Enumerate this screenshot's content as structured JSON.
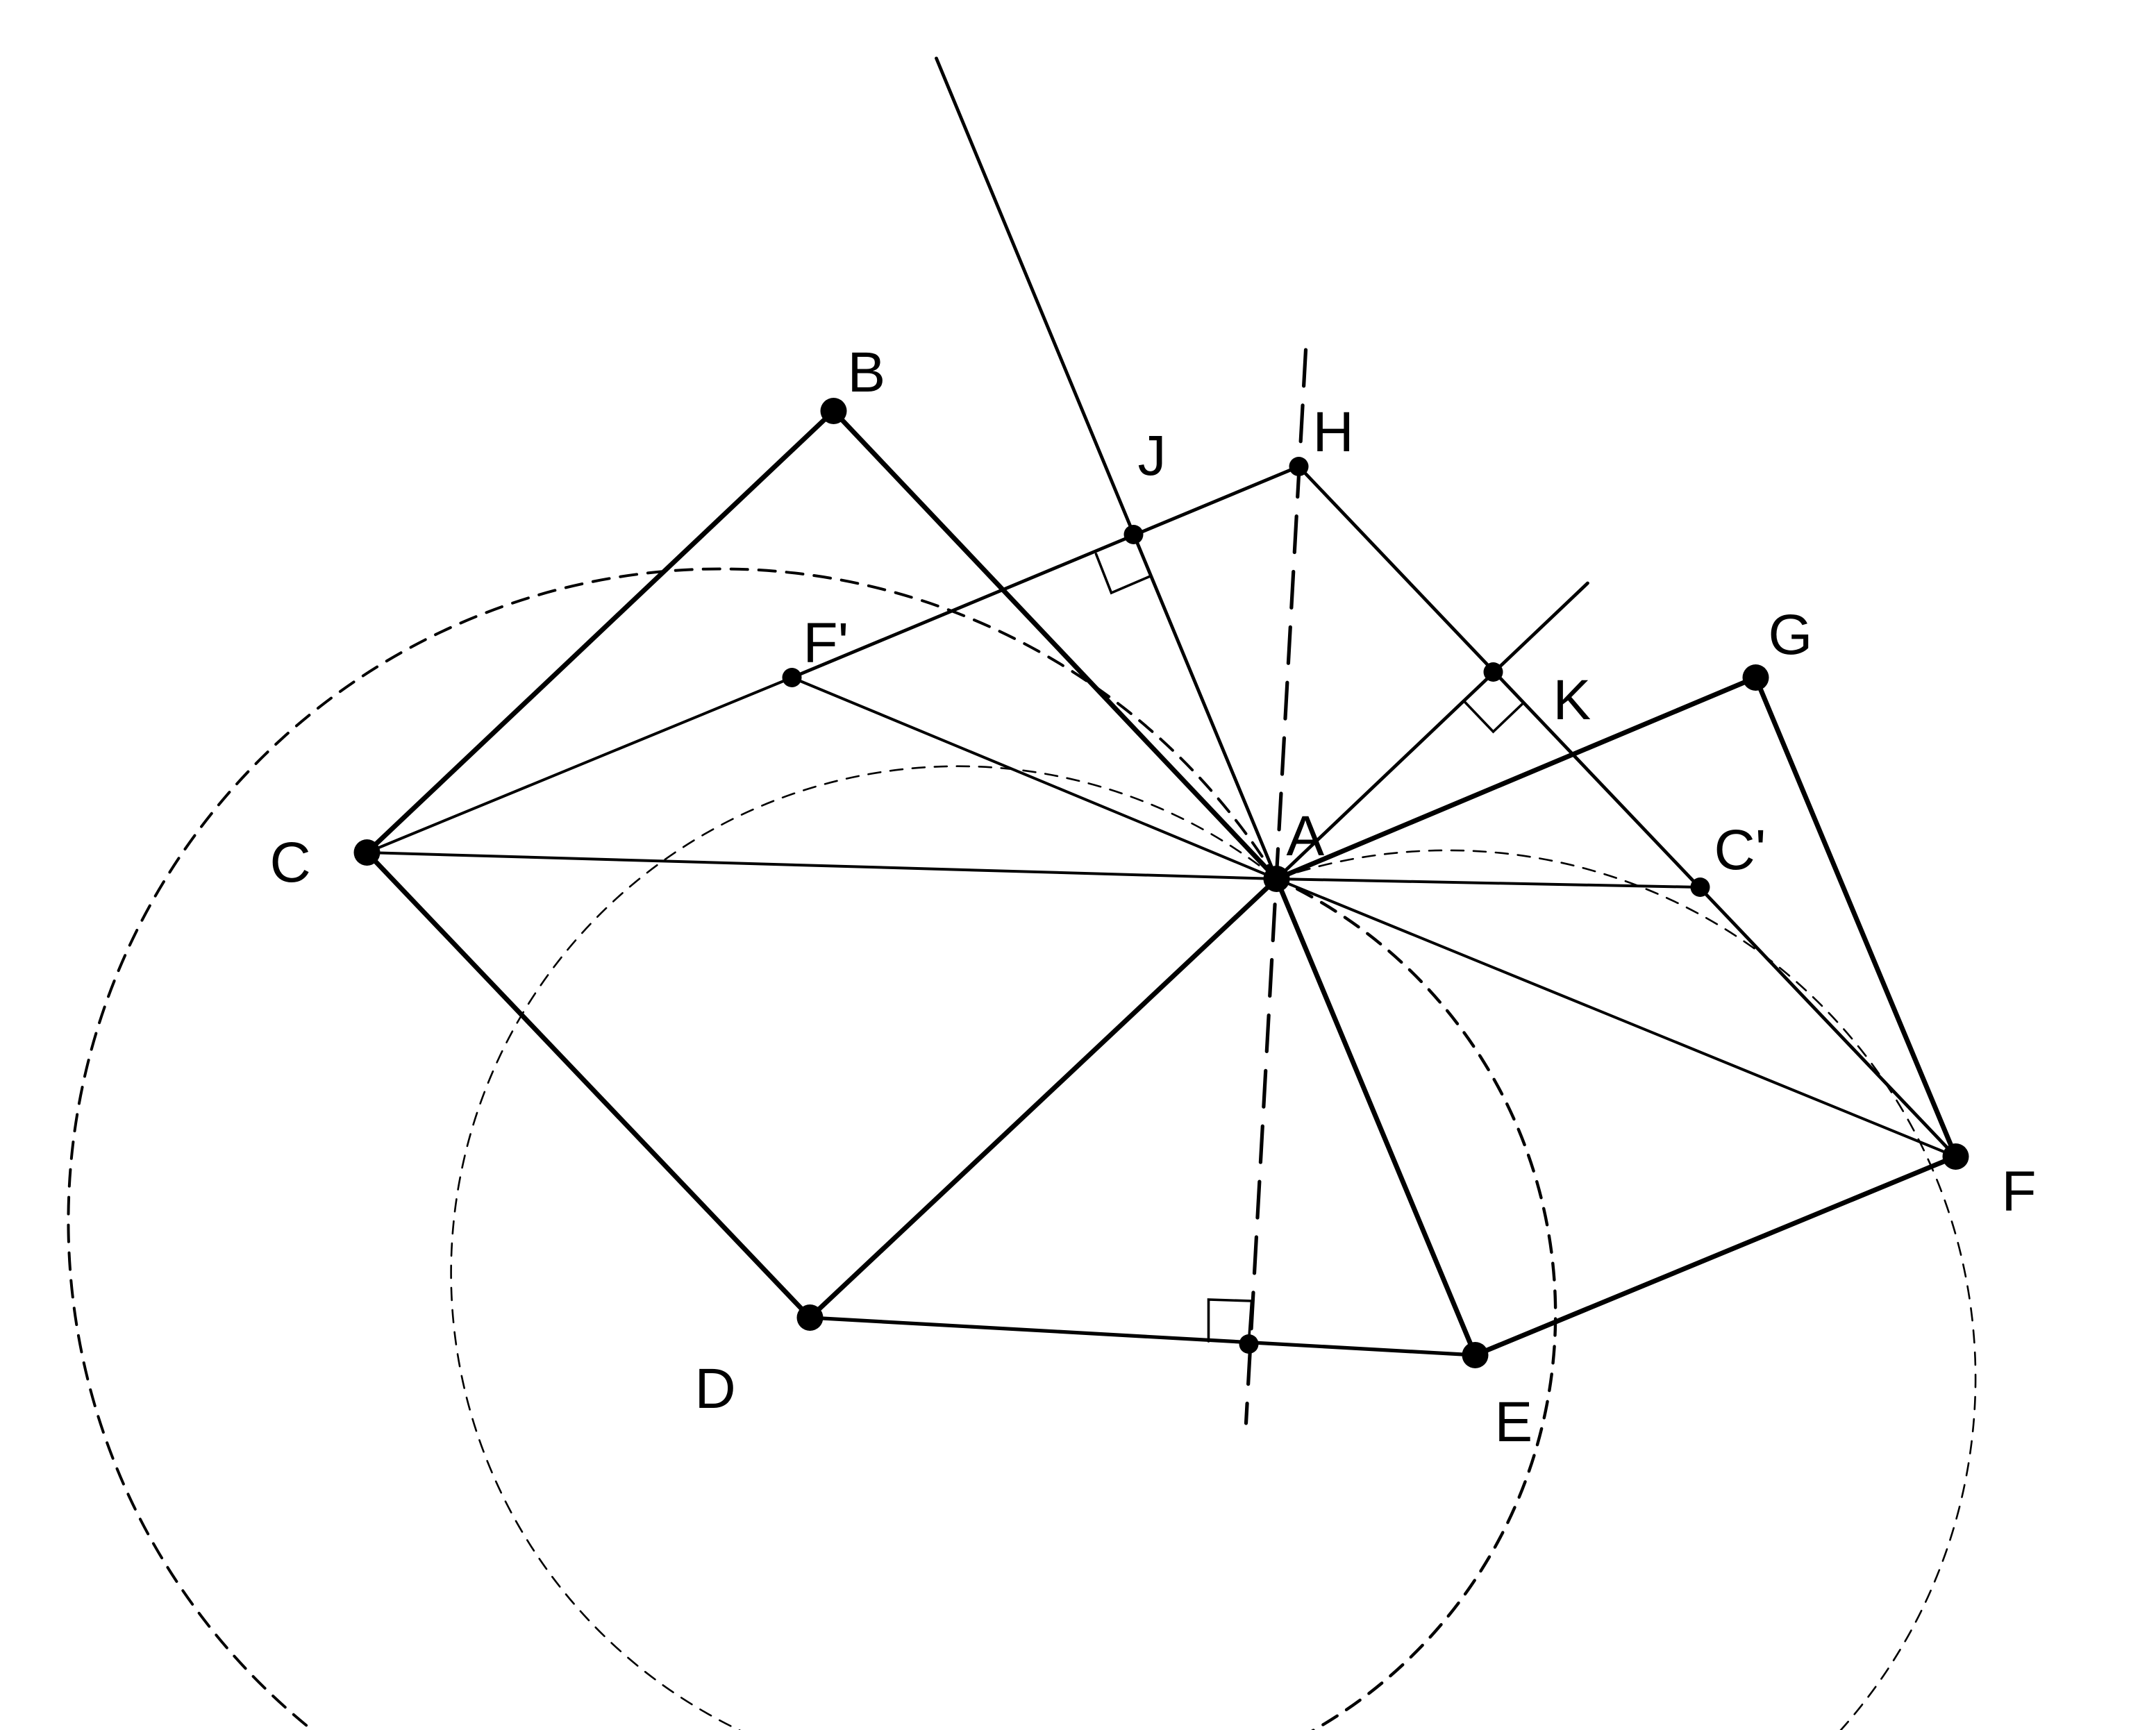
{
  "figure": {
    "points": {
      "A": "A",
      "B": "B",
      "C": "C",
      "D": "D",
      "E": "E",
      "F": "F",
      "G": "G",
      "H": "H",
      "J": "J",
      "K": "K",
      "F_prime": "F'",
      "C_prime": "C'"
    },
    "colors": {
      "stroke": "#000000",
      "background": "#ffffff"
    }
  }
}
